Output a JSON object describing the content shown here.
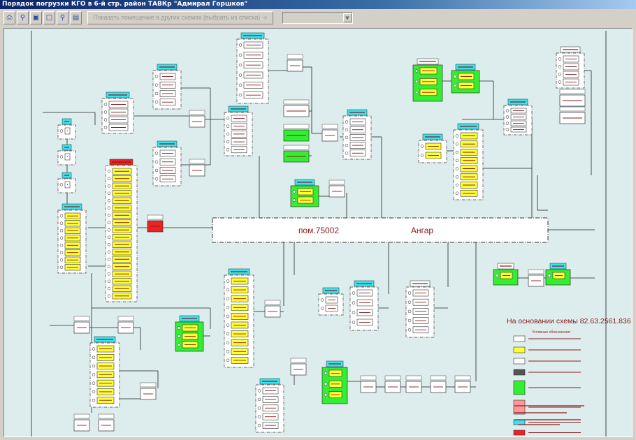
{
  "window": {
    "title": "Порядок погрузки КГО в 6-й стр. район ТАВКр \"Адмирал Горшков\""
  },
  "toolbar": {
    "buttons": [
      {
        "icon": "print-icon"
      },
      {
        "icon": "zoom-icon"
      },
      {
        "icon": "fit-window-icon"
      },
      {
        "icon": "actual-size-icon"
      },
      {
        "icon": "zoom-region-icon"
      },
      {
        "icon": "window-icon"
      }
    ],
    "show_room_label": "Показать помещение в других схемах (выбрать из списка) ->",
    "room_select_value": ""
  },
  "diagram": {
    "hangar_room": "пом.75002",
    "hangar_name": "Ангар",
    "basis": "На основании схемы 82.63.2561.836",
    "legend_title": "Условные обозначения:",
    "colors": {
      "background": "#ddeded",
      "text": "#8b1a1a",
      "yellow_item": "#ffff33",
      "green_group": "#33ee33",
      "pink_group": "#ff9999",
      "cyan_header": "#33e6f0",
      "red_header": "#ee2222"
    }
  }
}
